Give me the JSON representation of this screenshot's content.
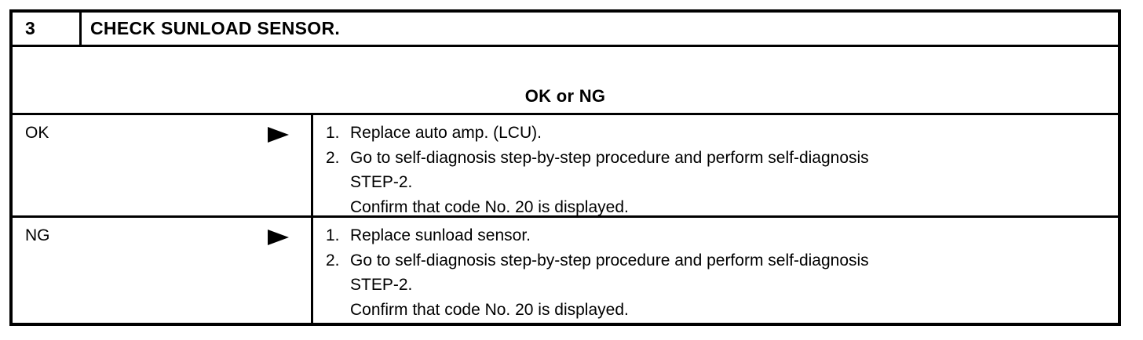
{
  "colors": {
    "ink": "#000000",
    "paper": "#ffffff"
  },
  "table": {
    "step_number": "3",
    "title": "CHECK SUNLOAD SENSOR.",
    "condition_label": "OK or NG",
    "arrow_icon": "▶",
    "rows": [
      {
        "result": "OK",
        "actions": [
          {
            "num": "1.",
            "lines": [
              "Replace auto amp. (LCU)."
            ]
          },
          {
            "num": "2.",
            "lines": [
              "Go to self-diagnosis step-by-step procedure and perform self-diagnosis",
              "STEP-2.",
              "Confirm that code No. 20 is displayed."
            ]
          }
        ]
      },
      {
        "result": "NG",
        "actions": [
          {
            "num": "1.",
            "lines": [
              "Replace sunload sensor."
            ]
          },
          {
            "num": "2.",
            "lines": [
              "Go to self-diagnosis step-by-step procedure and perform self-diagnosis",
              "STEP-2.",
              "Confirm that code No. 20 is displayed."
            ]
          }
        ]
      }
    ]
  }
}
